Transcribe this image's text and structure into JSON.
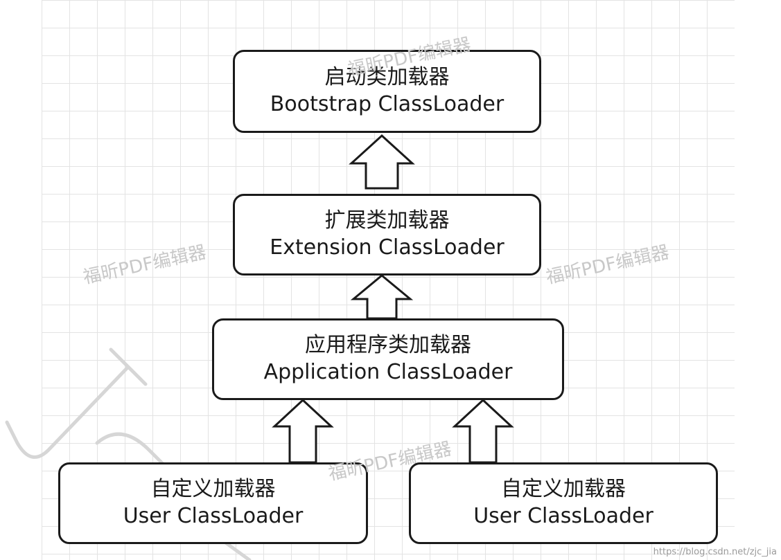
{
  "diagram": {
    "bootstrap": {
      "zh": "启动类加载器",
      "en": "Bootstrap ClassLoader"
    },
    "extension": {
      "zh": "扩展类加载器",
      "en": "Extension ClassLoader"
    },
    "application": {
      "zh": "应用程序类加载器",
      "en": "Application ClassLoader"
    },
    "user_left": {
      "zh": "自定义加载器",
      "en": "User ClassLoader"
    },
    "user_right": {
      "zh": "自定义加载器",
      "en": "User ClassLoader"
    }
  },
  "watermarks": {
    "editor": "福昕PDF编辑器",
    "url": "https://blog.csdn.net/zjc_jia"
  },
  "colors": {
    "stroke": "#1a1a1a",
    "grid": "#e3e3e3",
    "watermark": "#c8c8c8"
  }
}
